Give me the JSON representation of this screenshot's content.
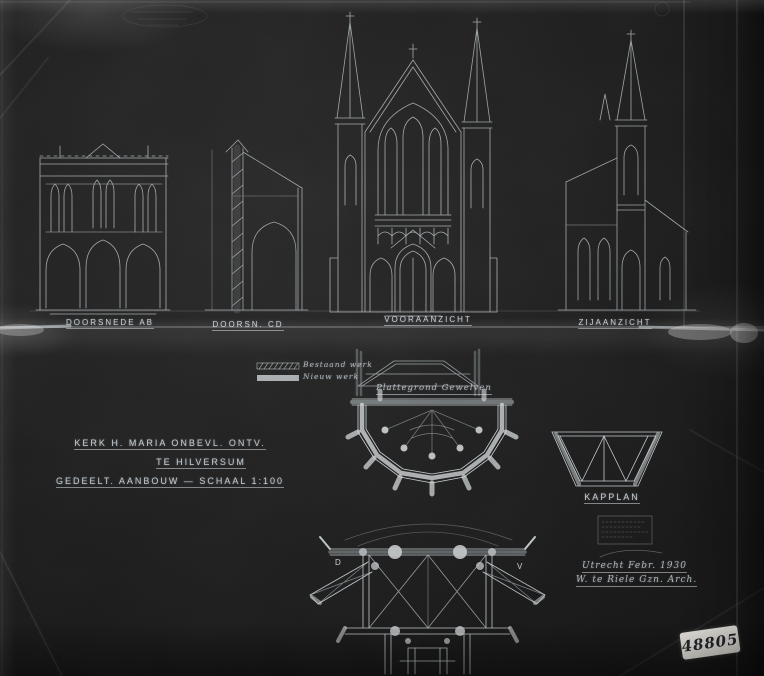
{
  "sheet": {
    "paper_color": "#1f1f1f",
    "ink_color": "#dce6ec",
    "sticker_color": "#ebe8e0",
    "description": "Blueprint photostat, white line drawings of a gothic church on dark paper"
  },
  "labels": {
    "section_ab": "DOORSNEDE AB",
    "section_cd": "DOORSN. CD",
    "front_elevation": "VOORAANZICHT",
    "side_elevation": "ZIJAANZICHT",
    "vault_plan": "Plattegrond Gewelven",
    "roof_plan": "KAPPLAN"
  },
  "title_block": {
    "line1": "KERK H. MARIA ONBEVL. ONTV.",
    "line2": "TE HILVERSUM",
    "line3": "GEDEELT. AANBOUW — SCHAAL 1:100"
  },
  "legend": {
    "existing_label": "Bestaand werk",
    "new_label": "Nieuw werk"
  },
  "signature": {
    "date_line": "Utrecht Febr. 1930",
    "architect_line": "W. te Riele Gzn. Arch."
  },
  "plan_markers": {
    "left": "D",
    "right": "V"
  },
  "archive_sticker": "48805"
}
